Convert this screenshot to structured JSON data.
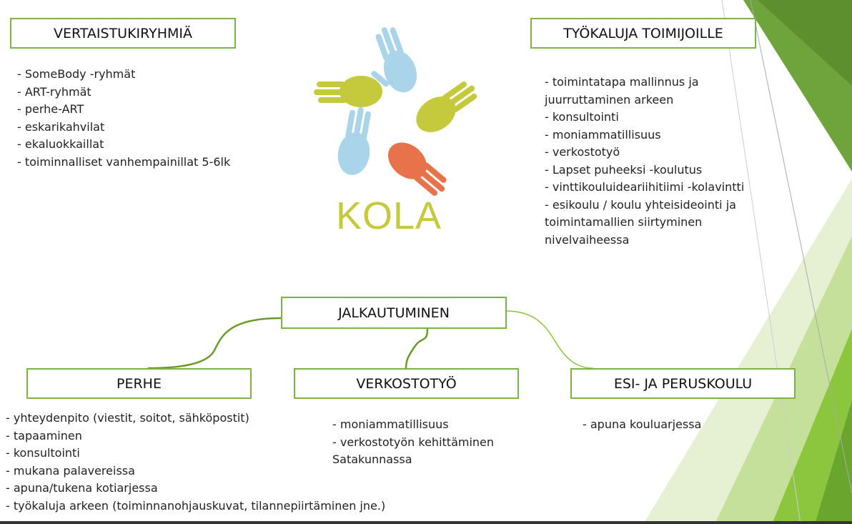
{
  "top_left": {
    "title": "VERTAISTUKIRYHMIÄ",
    "items": [
      "- SomeBody -ryhmät",
      "- ART-ryhmät",
      "- perhe-ART",
      "- eskarikahvilat",
      "- ekaluokkaillat",
      "- toiminnalliset vanhempainillat 5-6lk"
    ]
  },
  "top_right": {
    "title": "TYÖKALUJA TOIMIJOILLE",
    "items": [
      "- toimintatapa mallinnus ja juurruttaminen arkeen",
      "- konsultointi",
      "- moniammatillisuus",
      "- verkostotyö",
      "- Lapset puheeksi -koulutus",
      "- vinttikouluideariihitiimi -kolavintti",
      "- esikoulu / koulu yhteisideointi ja toimintamallien siirtyminen nivelvaiheessa"
    ]
  },
  "logo": {
    "text": "KOLA",
    "colors": [
      "#c5c93c",
      "#a9d4ea",
      "#e8734a"
    ]
  },
  "center": {
    "title": "JALKAUTUMINEN"
  },
  "branches": [
    {
      "title": "PERHE",
      "items": [
        "- yhteydenpito (viestit, soitot, sähköpostit)",
        "- tapaaminen",
        "- konsultointi",
        "- mukana palavereissa",
        "- apuna/tukena kotiarjessa",
        "- työkaluja arkeen (toiminnanohjauskuvat, tilannepiirtäminen jne.)"
      ]
    },
    {
      "title": "VERKOSTOTYÖ",
      "items": [
        "- moniammatillisuus",
        "- verkostotyön kehittäminen Satakunnassa"
      ]
    },
    {
      "title": "ESI- JA PERUSKOULU",
      "items": [
        "- apuna kouluarjessa"
      ]
    }
  ],
  "accent": "#7cb342"
}
